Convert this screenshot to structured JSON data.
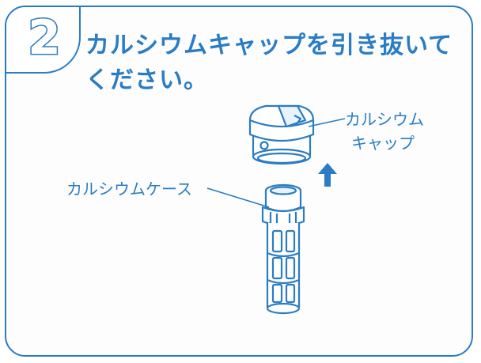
{
  "step": {
    "number": "2"
  },
  "instruction": {
    "line1": "カルシウムキャップを引き抜いて",
    "line2": "ください。"
  },
  "labels": {
    "calcium_cap_line1": "カルシウム",
    "calcium_cap_line2": "キャップ",
    "calcium_case": "カルシウムケース"
  },
  "colors": {
    "accent": "#2a7cc4",
    "outline": "#2a7cc4",
    "fill": "#ffffff"
  },
  "icons": {
    "arrow": "up-arrow-icon"
  }
}
